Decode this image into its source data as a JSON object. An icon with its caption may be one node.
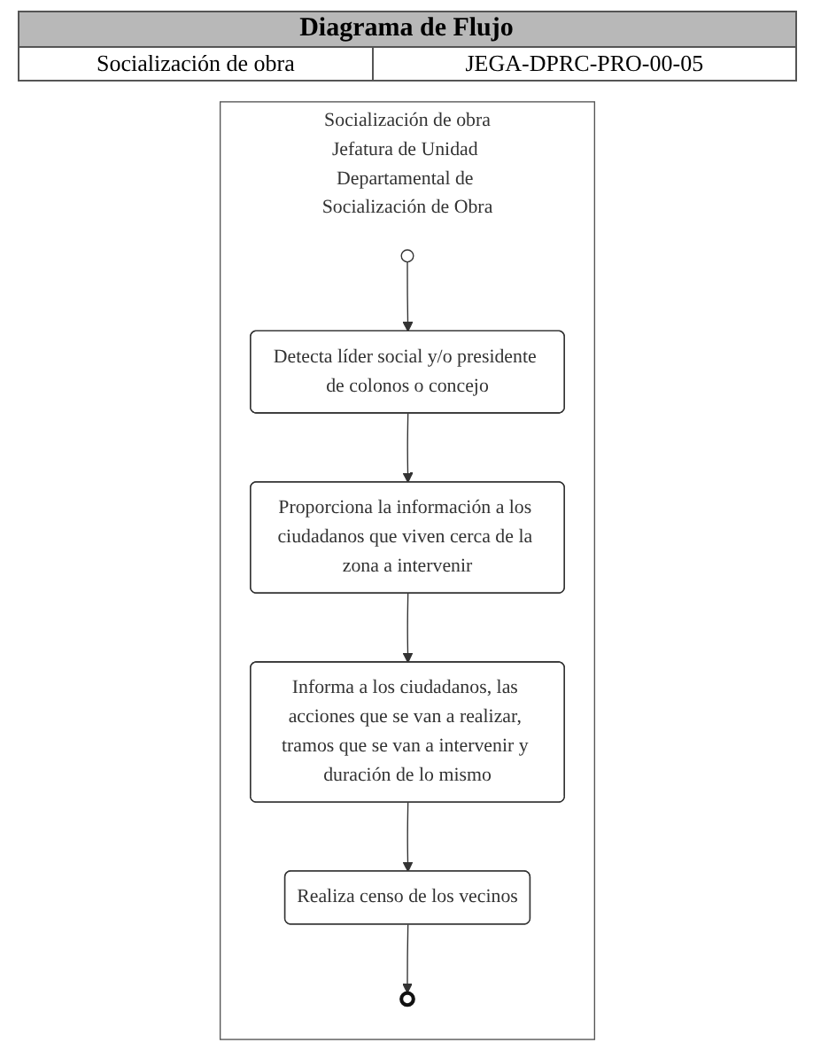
{
  "diagram": {
    "title": "Diagrama de Flujo",
    "nodes": [
      {
        "text": [
          "Socialización de obra",
          "Jefatura de Unidad Departamental de Socialización de Obra"
        ]
      },
      {
        "text": [],
        "shape": "circle",
        "in": 0
      },
      {
        "text": [
          "Detecta líder social y/o presidente de colonos o concejo"
        ],
        "in": 0
      },
      {
        "text": [
          "Proporciona la información a los ciudadanos que viven cerca de la zona a intervenir"
        ],
        "in": 0
      },
      {
        "text": [
          "Informa a los ciudadanos, las acciones que se van a realizar, tramos que se van a intervenir y duración de lo mismo"
        ],
        "in": 0
      },
      {
        "text": [
          "Realiza censo de los vecinos"
        ],
        "in": 0
      },
      {
        "text": [],
        "shape": "circle",
        "in": 0
      }
    ],
    "edges": [
      {
        "from": 1,
        "to": 2,
        "arrow": "to"
      },
      {
        "from": 2,
        "to": 3,
        "arrow": "to"
      },
      {
        "from": 3,
        "to": 4,
        "arrow": "to"
      },
      {
        "from": 4,
        "to": 5,
        "arrow": "to"
      },
      {
        "from": 5,
        "to": 6,
        "arrow": "to"
      }
    ],
    "labels": [
      "Socialización de obra",
      "JEGA-DPRC-PRO-00-05"
    ]
  }
}
